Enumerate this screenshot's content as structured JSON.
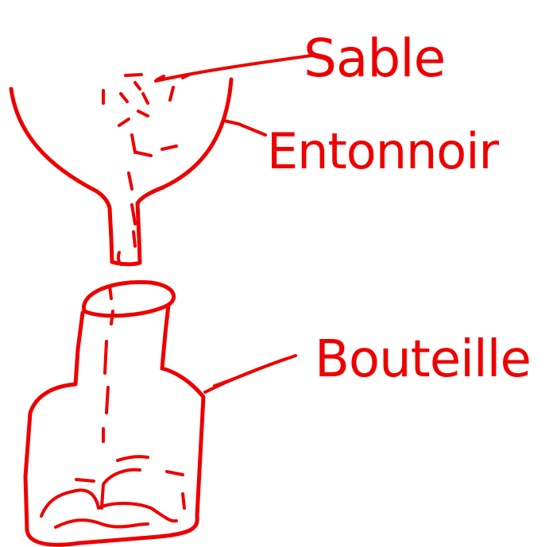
{
  "diagram": {
    "ink_color": "#ee0000",
    "labels": {
      "sand": "Sable",
      "funnel": "Entonnoir",
      "bottle": "Bouteille"
    }
  }
}
